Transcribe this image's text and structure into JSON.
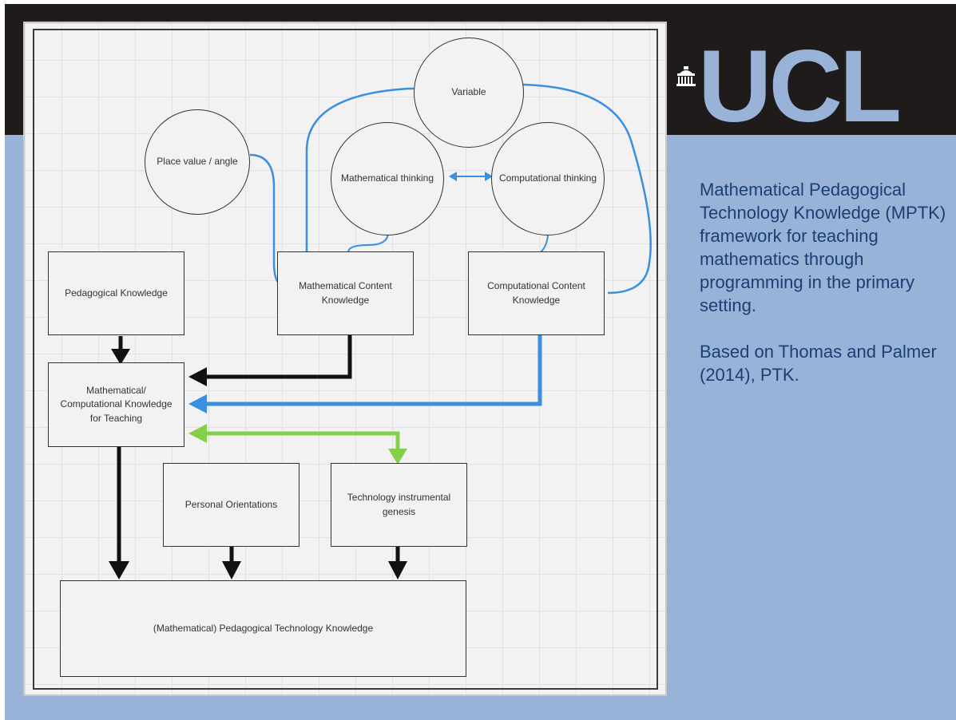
{
  "slide": {
    "logo_text": "UCL",
    "description": "Mathematical Pedagogical Technology Knowledge (MPTK) framework for teaching mathematics through programming in the primary setting.",
    "citation": "Based on Thomas and Palmer (2014), PTK."
  },
  "diagram": {
    "circles": {
      "variable": "Variable",
      "place_value": "Place value / angle",
      "math_thinking": "Mathematical thinking",
      "comp_thinking": "Computational thinking"
    },
    "boxes": {
      "pedagogical": "Pedagogical Knowledge",
      "math_content": "Mathematical Content Knowledge",
      "comp_content": "Computational Content Knowledge",
      "mck_teaching": "Mathematical/ Computational Knowledge for Teaching",
      "personal": "Personal Orientations",
      "technology": "Technology instrumental genesis",
      "mptk": "(Mathematical) Pedagogical Technology Knowledge"
    }
  },
  "colors": {
    "black_arrow": "#111111",
    "blue_arrow": "#3a8fe0",
    "green_arrow": "#86cf4a",
    "slide_blue": "#98b3d7",
    "slide_dark": "#1f1b1b",
    "text_blue": "#1c3f73"
  }
}
